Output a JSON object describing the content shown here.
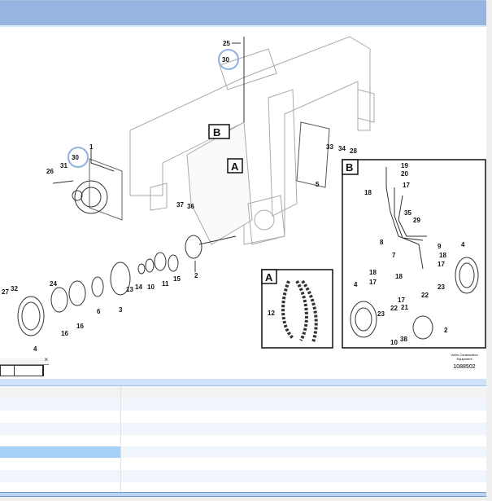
{
  "diagram": {
    "callouts_main": [
      "25",
      "30",
      "B",
      "A",
      "33",
      "34",
      "28",
      "5",
      "30",
      "1",
      "31",
      "26",
      "37",
      "36",
      "2",
      "15",
      "11",
      "10",
      "14",
      "13",
      "3",
      "6",
      "16",
      "16",
      "24",
      "27",
      "32",
      "4"
    ],
    "inset_a": {
      "title": "A",
      "callouts": [
        "12"
      ]
    },
    "inset_b": {
      "title": "B",
      "callouts": [
        "19",
        "20",
        "17",
        "18",
        "35",
        "29",
        "8",
        "9",
        "18",
        "7",
        "17",
        "4",
        "18",
        "18",
        "17",
        "22",
        "4",
        "23",
        "17",
        "21",
        "23",
        "22",
        "2",
        "38",
        "10"
      ]
    },
    "credit": {
      "line1": "Volvo Construction",
      "line2": "Equipment",
      "number": "1088502"
    }
  },
  "colors": {
    "header": "#95b4e0",
    "highlight": "#a6d0fa",
    "circle": "#8fb3de"
  },
  "grid": {
    "rows": 8,
    "selected_row": 4
  }
}
